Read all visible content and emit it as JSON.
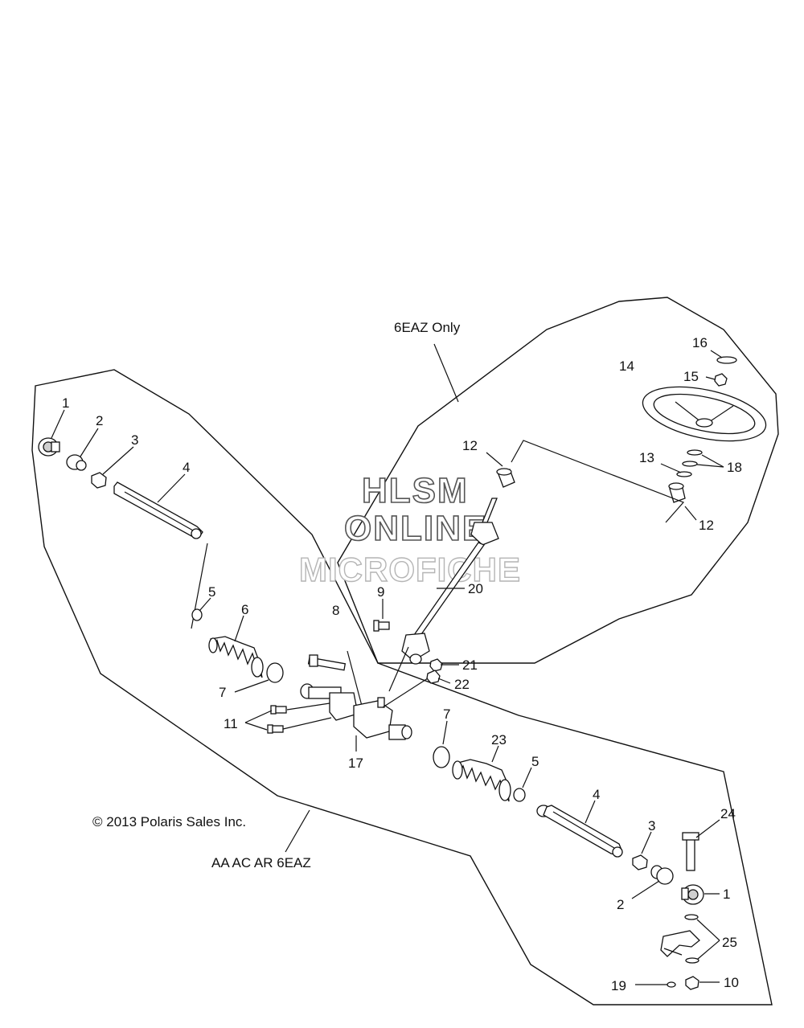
{
  "groups": {
    "steering_wheel_group": "6EAZ Only",
    "rack_group": "AA AC AR 6EAZ"
  },
  "copyright": "© 2013 Polaris Sales Inc.",
  "watermark": {
    "line1": "HLSM",
    "line2": "ONLINE",
    "line3": "MICROFICHE"
  },
  "callouts": [
    {
      "id": "c1a",
      "label": "1"
    },
    {
      "id": "c2a",
      "label": "2"
    },
    {
      "id": "c3a",
      "label": "3"
    },
    {
      "id": "c4a",
      "label": "4"
    },
    {
      "id": "c5a",
      "label": "5"
    },
    {
      "id": "c6",
      "label": "6"
    },
    {
      "id": "c7a",
      "label": "7"
    },
    {
      "id": "c8",
      "label": "8"
    },
    {
      "id": "c9",
      "label": "9"
    },
    {
      "id": "c11",
      "label": "11"
    },
    {
      "id": "c17",
      "label": "17"
    },
    {
      "id": "c12a",
      "label": "12"
    },
    {
      "id": "c20",
      "label": "20"
    },
    {
      "id": "c21",
      "label": "21"
    },
    {
      "id": "c22",
      "label": "22"
    },
    {
      "id": "c16",
      "label": "16"
    },
    {
      "id": "c14",
      "label": "14"
    },
    {
      "id": "c15",
      "label": "15"
    },
    {
      "id": "c13",
      "label": "13"
    },
    {
      "id": "c18",
      "label": "18"
    },
    {
      "id": "c12b",
      "label": "12"
    },
    {
      "id": "c7b",
      "label": "7"
    },
    {
      "id": "c23",
      "label": "23"
    },
    {
      "id": "c5b",
      "label": "5"
    },
    {
      "id": "c4b",
      "label": "4"
    },
    {
      "id": "c3b",
      "label": "3"
    },
    {
      "id": "c24",
      "label": "24"
    },
    {
      "id": "c2b",
      "label": "2"
    },
    {
      "id": "c1b",
      "label": "1"
    },
    {
      "id": "c25",
      "label": "25"
    },
    {
      "id": "c19",
      "label": "19"
    },
    {
      "id": "c10",
      "label": "10"
    }
  ]
}
